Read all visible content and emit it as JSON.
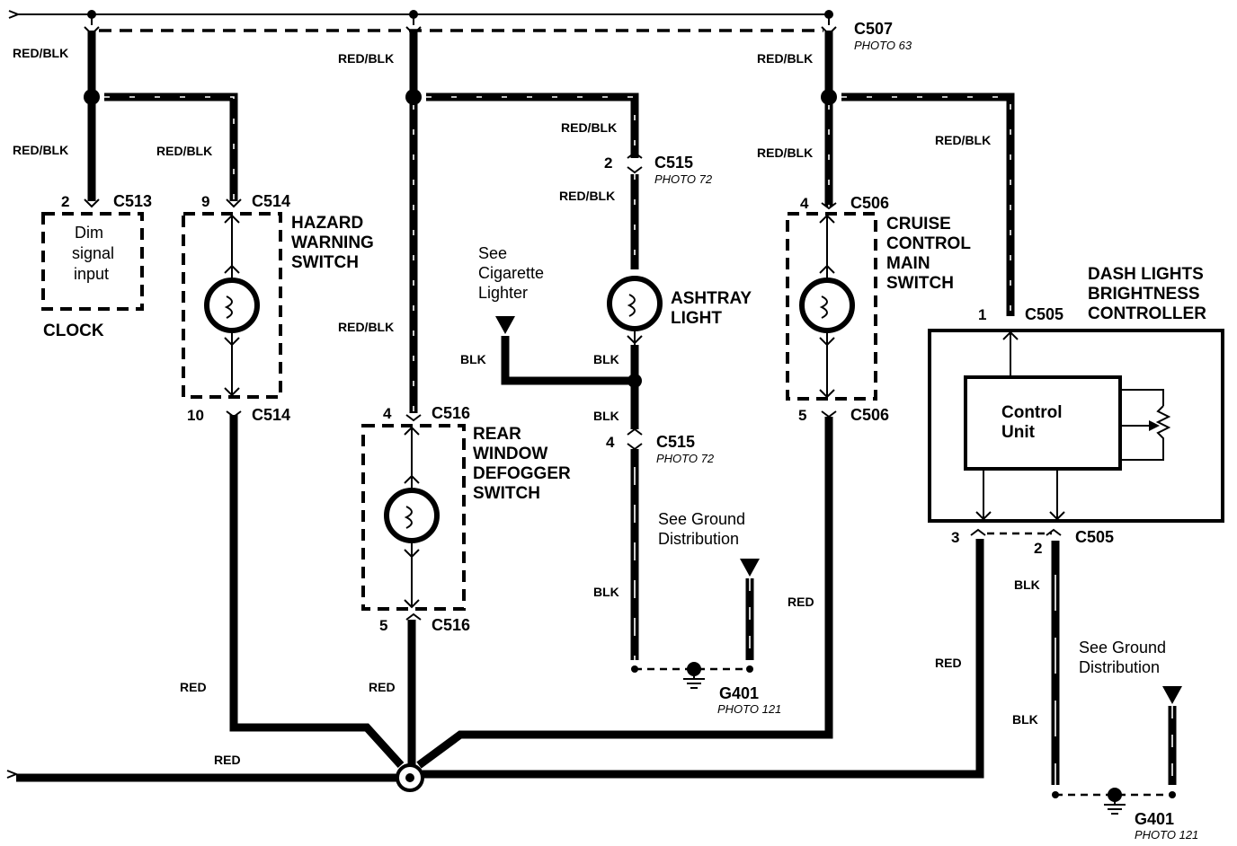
{
  "connectors": {
    "c507": {
      "name": "C507",
      "photo": "PHOTO 63"
    },
    "c513": {
      "name": "C513",
      "pin": "2"
    },
    "c514_top": {
      "name": "C514",
      "pin": "9"
    },
    "c514_bot": {
      "name": "C514",
      "pin": "10"
    },
    "c516_top": {
      "name": "C516",
      "pin": "4"
    },
    "c516_bot": {
      "name": "C516",
      "pin": "5"
    },
    "c515_top": {
      "name": "C515",
      "pin": "2",
      "photo": "PHOTO 72"
    },
    "c515_bot": {
      "name": "C515",
      "pin": "4",
      "photo": "PHOTO 72"
    },
    "c506_top": {
      "name": "C506",
      "pin": "4"
    },
    "c506_bot": {
      "name": "C506",
      "pin": "5"
    },
    "c505_top": {
      "name": "C505",
      "pin": "1"
    },
    "c505_bot": {
      "name": "C505",
      "pin_left": "3",
      "pin_right": "2"
    },
    "g401_a": {
      "name": "G401",
      "photo": "PHOTO 121"
    },
    "g401_b": {
      "name": "G401",
      "photo": "PHOTO 121"
    }
  },
  "wires": {
    "red_blk": "RED/BLK",
    "red": "RED",
    "blk": "BLK"
  },
  "components": {
    "clock": {
      "label": "CLOCK",
      "inner_1": "Dim",
      "inner_2": "signal",
      "inner_3": "input"
    },
    "hazard": {
      "line1": "HAZARD",
      "line2": "WARNING",
      "line3": "SWITCH"
    },
    "defogger": {
      "line1": "REAR",
      "line2": "WINDOW",
      "line3": "DEFOGGER",
      "line4": "SWITCH"
    },
    "ashtray": {
      "line1": "ASHTRAY",
      "line2": "LIGHT"
    },
    "cruise": {
      "line1": "CRUISE",
      "line2": "CONTROL",
      "line3": "MAIN",
      "line4": "SWITCH"
    },
    "dash": {
      "line1": "DASH LIGHTS",
      "line2": "BRIGHTNESS",
      "line3": "CONTROLLER",
      "unit1": "Control",
      "unit2": "Unit"
    }
  },
  "notes": {
    "cig_1": "See",
    "cig_2": "Cigarette",
    "cig_3": "Lighter",
    "gnd_1": "See Ground",
    "gnd_2": "Distribution"
  }
}
